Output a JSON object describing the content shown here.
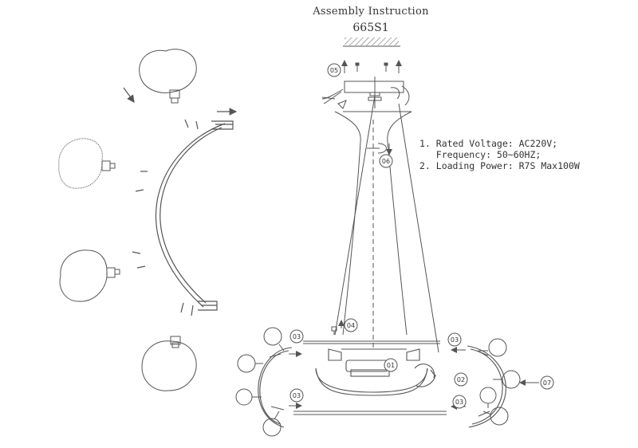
{
  "title": "Assembly Instruction",
  "model": "665S1",
  "specs": [
    "1. Rated Voltage: AC220V;",
    "   Frequency: 50~60HZ;",
    "2. Loading Power: R7S Max100W"
  ],
  "step_labels": {
    "s01": "01",
    "s02": "02",
    "s03": "03",
    "s04": "04",
    "s05": "05",
    "s06": "06",
    "s07": "07"
  },
  "colors": {
    "line": "#555555",
    "text": "#333333",
    "background": "#ffffff"
  }
}
